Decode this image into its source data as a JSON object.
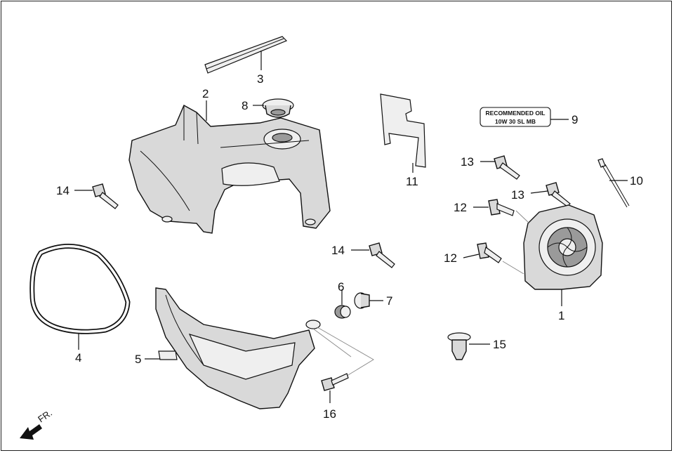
{
  "callouts": {
    "c1": "1",
    "c2": "2",
    "c3": "3",
    "c4": "4",
    "c5": "5",
    "c6": "6",
    "c7": "7",
    "c8": "8",
    "c9": "9",
    "c10": "10",
    "c11": "11",
    "c12a": "12",
    "c12b": "12",
    "c13a": "13",
    "c13b": "13",
    "c14a": "14",
    "c14b": "14",
    "c15": "15",
    "c16": "16"
  },
  "oil_label": {
    "line1": "RECOMMENDED OIL",
    "line2": "10W 30 SL MB"
  },
  "direction": {
    "label": "FR."
  }
}
